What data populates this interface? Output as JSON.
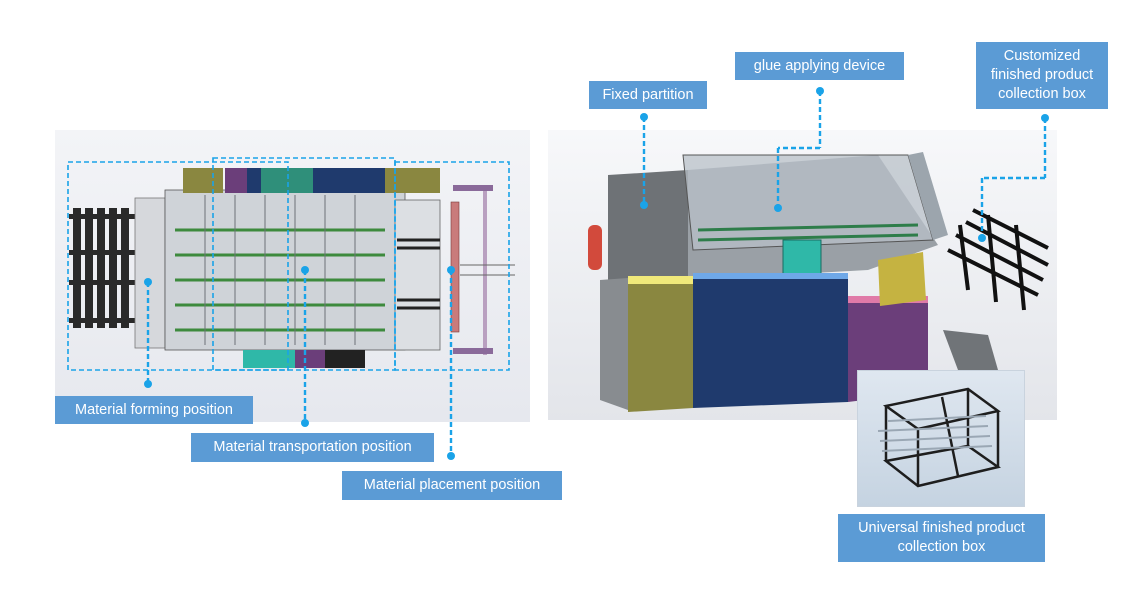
{
  "labels": {
    "material_forming": "Material forming position",
    "material_transportation": "Material transportation position",
    "material_placement": "Material placement position",
    "fixed_partition": "Fixed partition",
    "glue_device": "glue applying device",
    "customized_box": "Customized\nfinished product\ncollection box",
    "universal_box": "Universal finished product\ncollection box"
  },
  "colors": {
    "label_bg": "#5b9bd5",
    "leader": "#1aa3e8",
    "machine_yellow": "#8a8740",
    "machine_blue": "#1f3a6d",
    "machine_purple": "#6b3e7a",
    "machine_teal": "#2fb8a8",
    "machine_pink": "#e07aa8"
  }
}
